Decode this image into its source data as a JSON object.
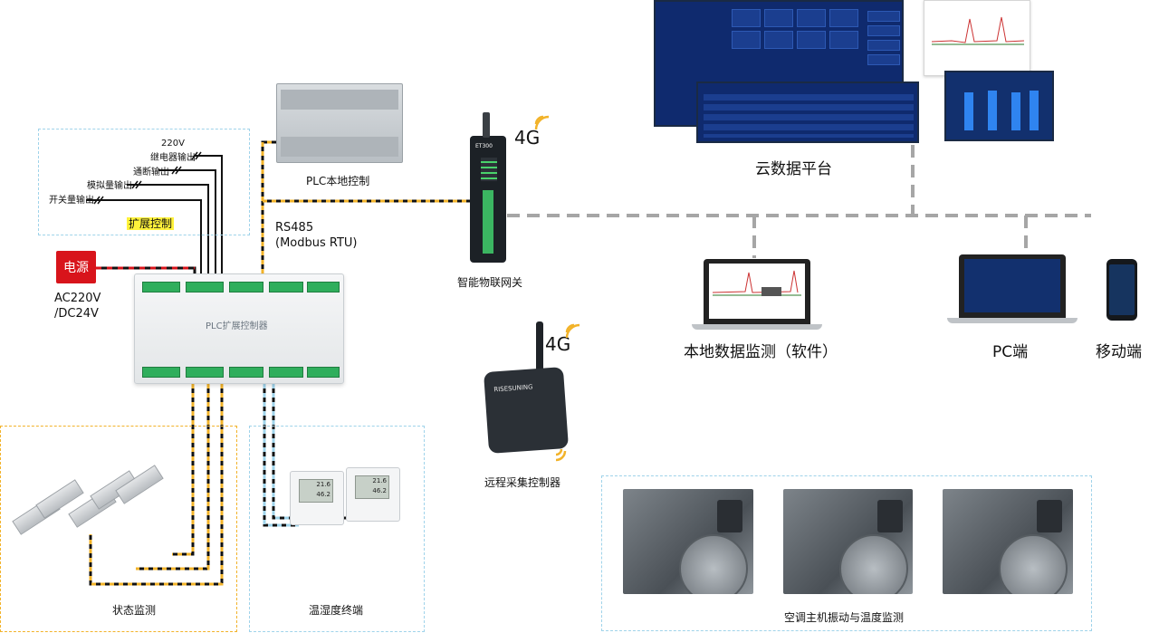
{
  "labels": {
    "v220": "220V",
    "relay_out": "继电器输出",
    "onoff_out": "通断输出",
    "analog_out": "模拟量输出",
    "switch_out": "开关量输出",
    "expand_ctrl": "扩展控制",
    "power": "电源",
    "power_spec1": "AC220V",
    "power_spec2": "/DC24V",
    "plc_local": "PLC本地控制",
    "rs485": "RS485",
    "modbus": "(Modbus RTU)",
    "gateway": "智能物联网关",
    "gateway_model": "ET300",
    "fourg_1": "4G",
    "fourg_2": "4G",
    "cloud": "云数据平台",
    "local_monitor": "本地数据监测（软件）",
    "pc": "PC端",
    "mobile": "移动端",
    "remote_ctrl": "远程采集控制器",
    "remote_brand": "RISESUNING",
    "status_monitor": "状态监测",
    "temp_hum": "温湿度终端",
    "ac_monitor": "空调主机振动与温度监测",
    "plc_expand": "PLC扩展控制器"
  },
  "thermo_readings": [
    {
      "temp": "21.6",
      "hum": "46.2"
    },
    {
      "temp": "21.6",
      "hum": "46.2"
    }
  ],
  "colors": {
    "power": "#d8141b",
    "cable_yellow": "#f2b32a",
    "dash_blue": "#9fd3ea",
    "network_gray": "#a6a6a6",
    "cloud_blue": "#0f2a6e"
  }
}
